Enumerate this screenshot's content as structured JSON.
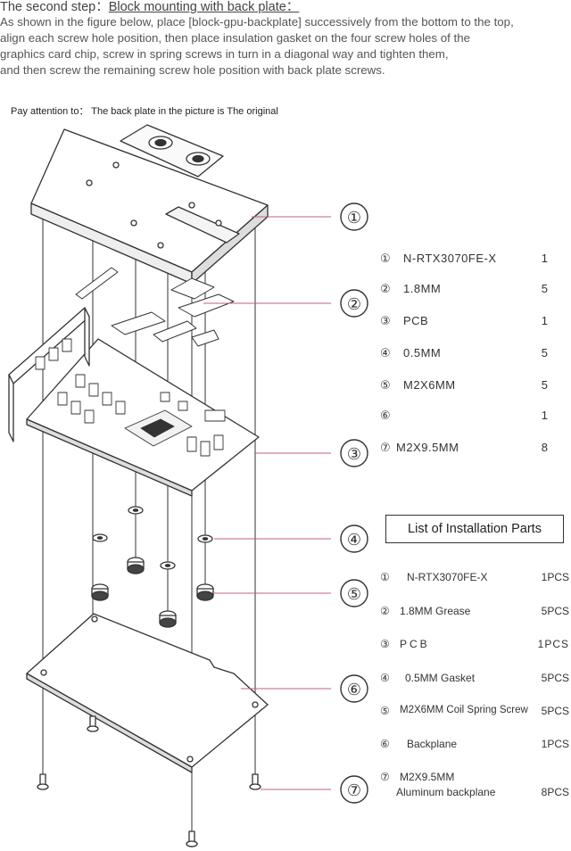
{
  "header": {
    "title_prefix": "The second step：",
    "title_main": "Block mounting with back plate：",
    "lines": [
      "As shown in the figure below, place [block-gpu-backplate] successively from the bottom to the top,",
      "align each screw hole position, then place insulation gasket on the four screw holes of the",
      "graphics card chip, screw in spring screws in turn in a diagonal way and tighten them,",
      "and then screw the remaining screw hole position with back plate screws."
    ]
  },
  "note": "Pay attention to： The back plate in the picture is The original",
  "callouts": [
    "①",
    "②",
    "③",
    "④",
    "⑤",
    "⑥",
    "⑦"
  ],
  "parts_summary": [
    {
      "num": "①",
      "label": "N-RTX3070FE-X",
      "qty": "1"
    },
    {
      "num": "②",
      "label": "1.8MM",
      "qty": "5"
    },
    {
      "num": "③",
      "label": "PCB",
      "qty": "1"
    },
    {
      "num": "④",
      "label": "0.5MM",
      "qty": "5"
    },
    {
      "num": "⑤",
      "label": "M2X6MM",
      "qty": "5"
    },
    {
      "num": "⑥",
      "label": "",
      "qty": "1"
    },
    {
      "num": "⑦",
      "label": "M2X9.5MM",
      "qty": "8"
    }
  ],
  "parts_list_title": "List of Installation Parts",
  "parts_list": [
    {
      "num": "①",
      "label": "N-RTX3070FE-X",
      "label2": "",
      "qty": "1PCS"
    },
    {
      "num": "②",
      "label": "1.8MM  Grease",
      "label2": "",
      "qty": "5PCS"
    },
    {
      "num": "③",
      "label": "PCB",
      "label2": "",
      "qty": "1PCS"
    },
    {
      "num": "④",
      "label": "0.5MM  Gasket",
      "label2": "",
      "qty": "5PCS"
    },
    {
      "num": "⑤",
      "label": "M2X6MM Coil Spring Screw",
      "label2": "",
      "qty": "5PCS"
    },
    {
      "num": "⑥",
      "label": "Backplane",
      "label2": "",
      "qty": "1PCS"
    },
    {
      "num": "⑦",
      "label": "M2X9.5MM",
      "label2": "Aluminum backplane",
      "qty": "8PCS"
    }
  ]
}
